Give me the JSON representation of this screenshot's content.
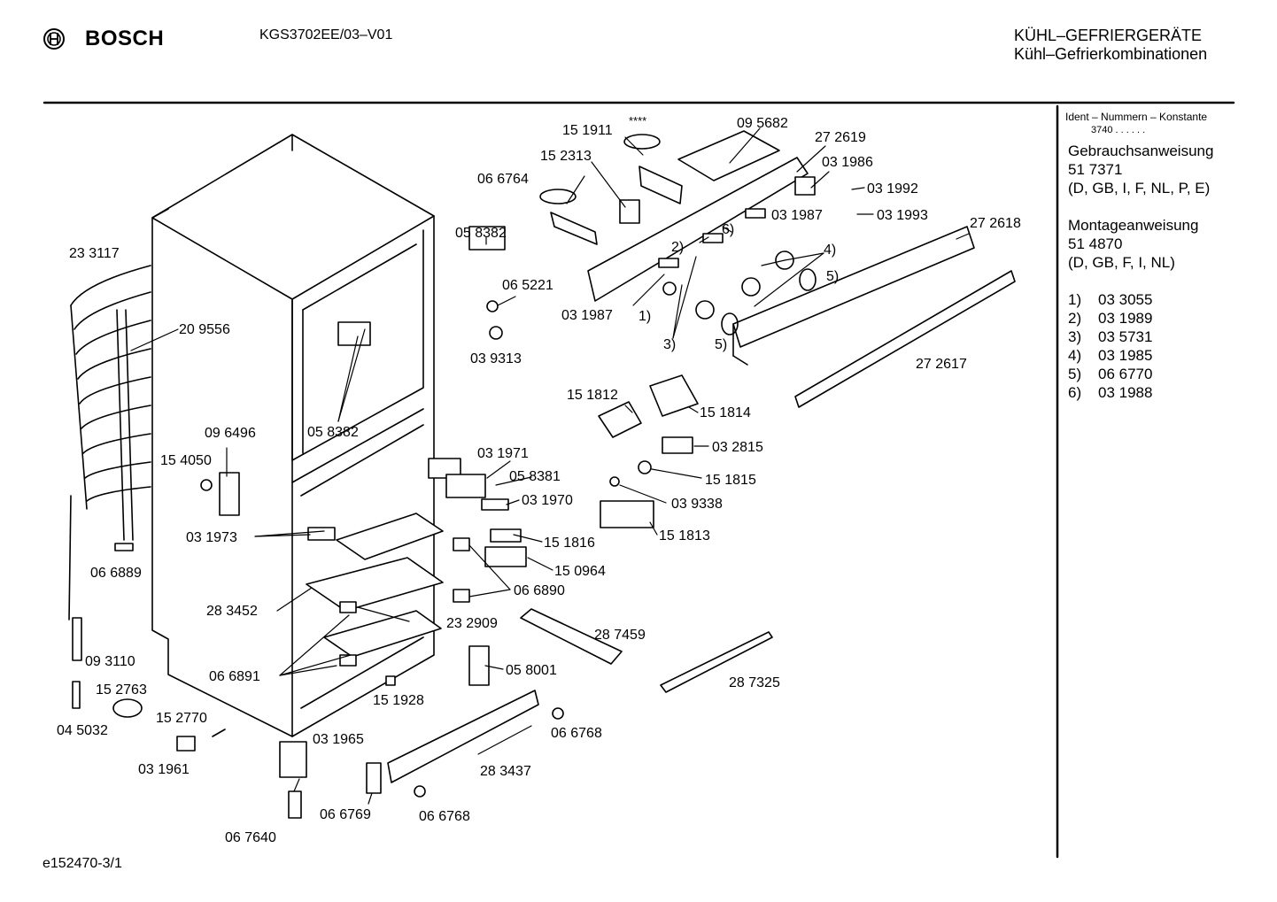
{
  "header": {
    "brand": "BOSCH",
    "model": "KGS3702EE/03–V01",
    "category_line1": "KÜHL–GEFRIERGERÄTE",
    "category_line2": "Kühl–Gefrierkombinationen"
  },
  "footer": {
    "code": "e152470-3/1"
  },
  "side_panel": {
    "ident_label": "Ident – Nummern – Konstante",
    "ident_value": "3740 . . . . . .",
    "manual_title": "Gebrauchsanweisung",
    "manual_number": "51 7371",
    "manual_languages": "(D, GB, I, F, NL, P, E)",
    "assembly_title": "Montageanweisung",
    "assembly_number": "51 4870",
    "assembly_languages": "(D, GB, F, I, NL)",
    "footnotes": [
      {
        "key": "1)",
        "part": "03 3055"
      },
      {
        "key": "2)",
        "part": "03 1989"
      },
      {
        "key": "3)",
        "part": "03 5731"
      },
      {
        "key": "4)",
        "part": "03 1985"
      },
      {
        "key": "5)",
        "part": "06 6770"
      },
      {
        "key": "6)",
        "part": "03 1988"
      }
    ]
  },
  "diagram": {
    "labels": {
      "p151911": "15 1911",
      "stars": "****",
      "p095682": "09 5682",
      "p272619": "27 2619",
      "p152313": "15 2313",
      "p066764": "06 6764",
      "p031986": "03 1986",
      "p031992": "03 1992",
      "p031987a": "03 1987",
      "p031993": "03 1993",
      "p272618": "27 2618",
      "p058382a": "05 8382",
      "p233117": "23 3117",
      "p065221": "06 5221",
      "p031987b": "03 1987",
      "p209556": "20 9556",
      "p039313": "03 9313",
      "p272617": "27 2617",
      "p058382b": "05 8382",
      "p151812": "15 1812",
      "p151814": "15 1814",
      "p096496": "09 6496",
      "p032815": "03 2815",
      "p154050": "15 4050",
      "p031971": "03 1971",
      "p058381": "05 8381",
      "p151815": "15 1815",
      "p031970": "03 1970",
      "p039338": "03 9338",
      "p151813": "15 1813",
      "p031973": "03 1973",
      "p151816": "15 1816",
      "p150964": "15 0964",
      "p066889": "06 6889",
      "p066890": "06 6890",
      "p283452": "28 3452",
      "p232909": "23 2909",
      "p287459": "28 7459",
      "p093110": "09 3110",
      "p066891": "06 6891",
      "p058001": "05 8001",
      "p287325": "28 7325",
      "p152763": "15 2763",
      "p151928": "15 1928",
      "p045032": "04 5032",
      "p152770": "15 2770",
      "p066768a": "06 6768",
      "p031965": "03 1965",
      "p031961": "03 1961",
      "p283437": "28 3437",
      "p066769": "06 6769",
      "p066768b": "06 6768",
      "p067640": "06 7640",
      "n1": "1)",
      "n2": "2)",
      "n3": "3)",
      "n4": "4)",
      "n5a": "5)",
      "n5b": "5)",
      "n6": "6)"
    }
  }
}
